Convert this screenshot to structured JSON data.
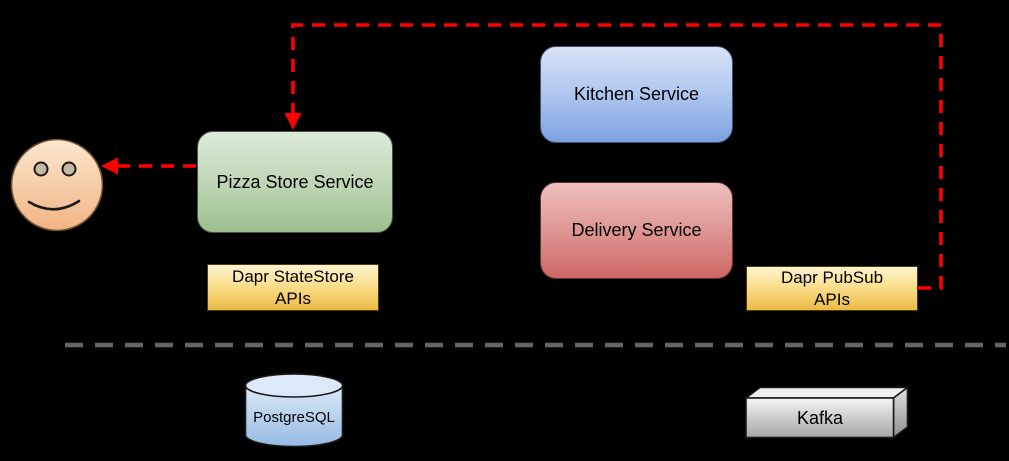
{
  "diagram": {
    "nodes": {
      "pizza_store": {
        "label": "Pizza Store Service"
      },
      "kitchen": {
        "label": "Kitchen Service"
      },
      "delivery": {
        "label": "Delivery Service"
      },
      "dapr_statestore": {
        "label": "Dapr StateStore APIs"
      },
      "dapr_pubsub": {
        "label": "Dapr PubSub APIs"
      },
      "postgresql": {
        "label": "PostgreSQL"
      },
      "kafka": {
        "label": "Kafka"
      }
    },
    "icons": {
      "user": "smiley-face-icon",
      "database": "database-cylinder-icon",
      "broker": "cube-3d-icon"
    },
    "colors": {
      "background": "#000000",
      "connector_red": "#ff0000",
      "divider_gray": "#666666",
      "green_top": "#dcebd9",
      "green_bottom": "#9dbf8e",
      "blue_top": "#d8e4f8",
      "blue_bottom": "#7da2e2",
      "red_top": "#efc0be",
      "red_bottom": "#cd6763",
      "yellow_top": "#fff3d1",
      "yellow_bottom": "#ecba45",
      "cylinder_top": "#dde9f8",
      "cylinder_bottom": "#97bbe4",
      "smiley_top": "#fbe7cf",
      "smiley_bottom": "#f2b483",
      "kafka_top": "#f5f5f5",
      "kafka_bottom": "#a6a6a6"
    }
  }
}
